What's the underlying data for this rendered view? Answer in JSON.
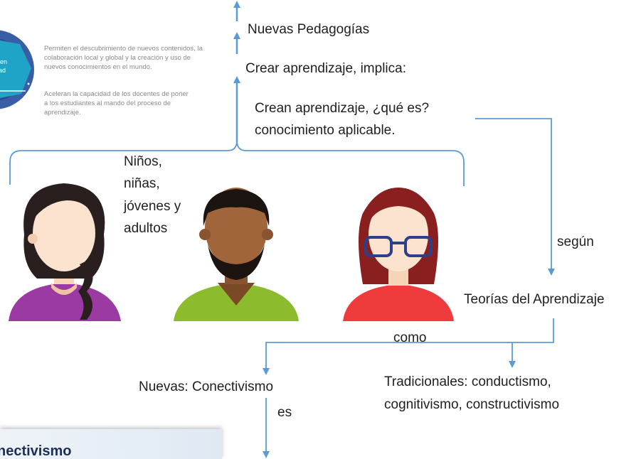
{
  "infographic": {
    "text1": "Permiten el descubrimiento de nuevos contenidos, la colaboración local y global y la creación y uso de nuevos conocimientos en el mundo.",
    "text2": "Aceleran la capacidad de los docentes de poner a los estudiantes al mando del proceso de aprendizaje."
  },
  "nodes": {
    "nuevas_pedagogias": "Nuevas Pedagogías",
    "crear_aprendizaje": "Crear aprendizaje, implica:",
    "crean_aprendizaje_1": "Crean aprendizaje, ¿qué es?",
    "crean_aprendizaje_2": "conocimiento  aplicable.",
    "learners_1": "Niños,",
    "learners_2": "niñas,",
    "learners_3": "jóvenes y",
    "learners_4": "adultos",
    "segun": "según",
    "teorias": "Teorías del Aprendizaje",
    "como": "como",
    "nuevas_conectivismo": "Nuevas: Conectivismo",
    "tradicionales_1": "Tradicionales: conductismo,",
    "tradicionales_2": "cognitivismo, constructivismo",
    "es": "es",
    "thumbnail_title": "nectivismo"
  },
  "colors": {
    "connector": "#5b9bd5",
    "accent_dark": "#1e2f55"
  }
}
